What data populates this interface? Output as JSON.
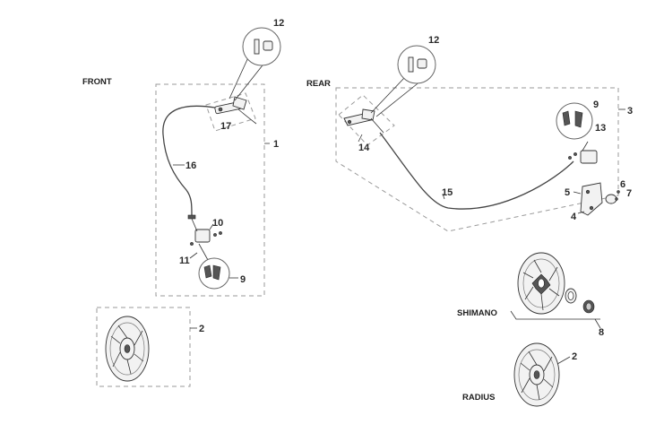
{
  "sections": {
    "front": "FRONT",
    "rear": "REAR",
    "shimano": "SHIMANO",
    "radius": "RADIUS"
  },
  "callouts": {
    "c12_front": "12",
    "c12_rear": "12",
    "c17": "17",
    "c1": "1",
    "c16": "16",
    "c10": "10",
    "c11": "11",
    "c9_front": "9",
    "c2_front": "2",
    "c3": "3",
    "c9_rear": "9",
    "c13": "13",
    "c14": "14",
    "c15": "15",
    "c5": "5",
    "c6": "6",
    "c7": "7",
    "c4": "4",
    "c8": "8",
    "c2_rear": "2"
  }
}
